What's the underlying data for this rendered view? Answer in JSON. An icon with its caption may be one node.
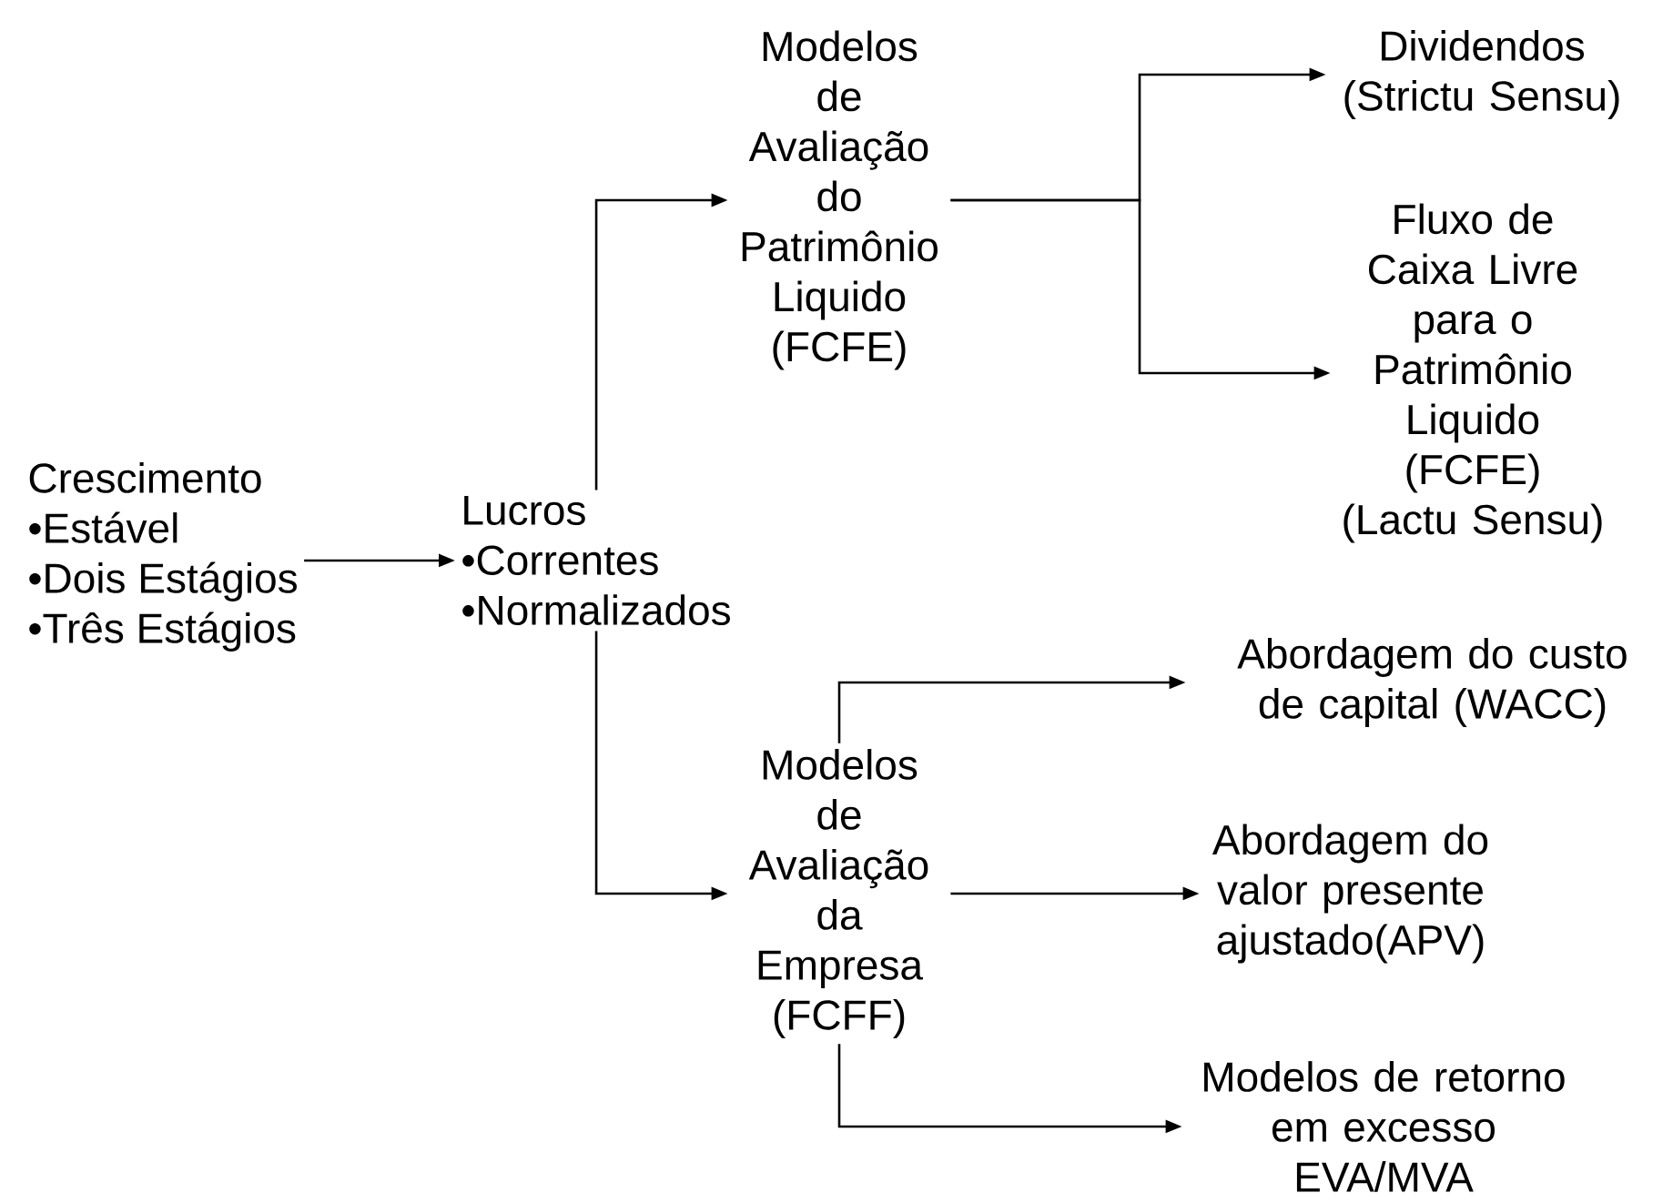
{
  "diagram": {
    "nodes": [
      {
        "text": [
          "Crescimento",
          "•Estável",
          "•Dois Estágios",
          "•Três Estágios"
        ]
      },
      {
        "text": [
          "Lucros",
          "•Correntes",
          "•Normalizados"
        ]
      },
      {
        "text": [
          "Modelos de Avaliação do Patrimônio Liquido (FCFE)"
        ]
      },
      {
        "text": [
          "Dividendos (Strictu Sensu)"
        ]
      },
      {
        "text": [
          "Fluxo de Caixa Livre para o Patrimônio Liquido (FCFE) (Lactu Sensu)"
        ]
      },
      {
        "text": [
          "Modelos de Avaliação da Empresa (FCFF)"
        ]
      },
      {
        "text": [
          "Abordagem do custo de capital (WACC)"
        ]
      },
      {
        "text": [
          "Abordagem do valor presente ajustado(APV)"
        ]
      },
      {
        "text": [
          "Modelos de retorno em excesso EVA/MVA"
        ]
      }
    ],
    "edges": [
      {
        "from": 0,
        "to": 1,
        "arrow": "to"
      },
      {
        "from": 1,
        "to": 2,
        "arrow": "to"
      },
      {
        "from": 1,
        "to": 5,
        "arrow": "to"
      },
      {
        "from": 2,
        "to": 3,
        "arrow": "to"
      },
      {
        "from": 2,
        "to": 4,
        "arrow": "to"
      },
      {
        "from": 5,
        "to": 6,
        "arrow": "to"
      },
      {
        "from": 5,
        "to": 7,
        "arrow": "to"
      },
      {
        "from": 5,
        "to": 8,
        "arrow": "to"
      }
    ]
  }
}
